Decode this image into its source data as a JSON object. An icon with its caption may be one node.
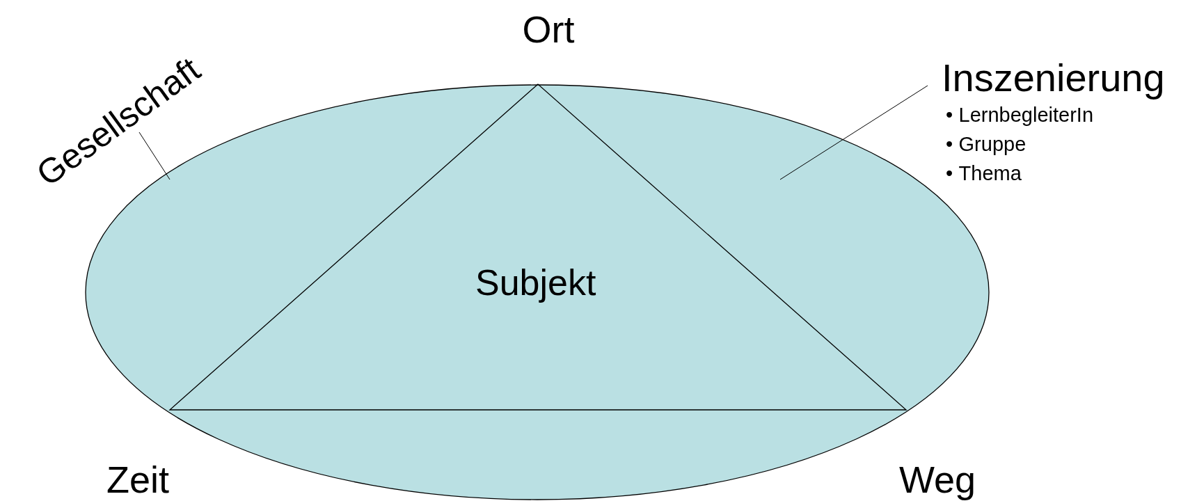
{
  "diagram": {
    "nodes": [
      {
        "text": [],
        "shape": "ellipse"
      },
      {
        "text": [
          "Subjekt"
        ],
        "in": 0
      },
      {
        "text": [
          "Gesellschaft"
        ]
      },
      {
        "text": [
          "Inszenierung",
          "•\tLernbegleiterIn",
          "•\tGruppe",
          "•\tThema"
        ]
      }
    ],
    "edges": [
      {
        "from": 2,
        "to": 0,
        "arrow": "none"
      },
      {
        "from": 3,
        "to": 0,
        "arrow": "none"
      }
    ],
    "labels": [
      "Ort",
      "Zeit",
      "Weg"
    ]
  }
}
